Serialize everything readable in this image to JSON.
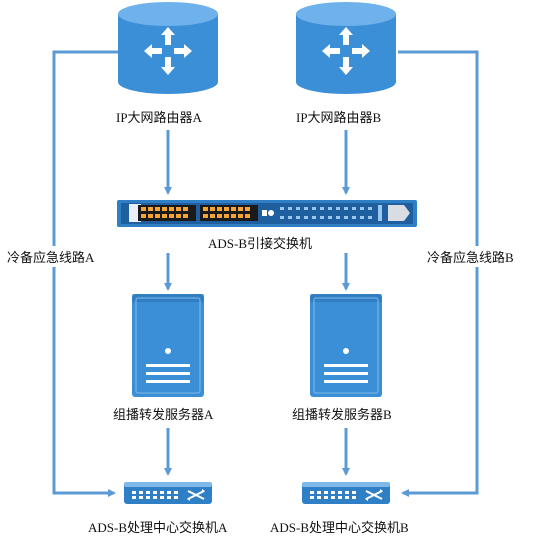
{
  "nodes": {
    "router_a": {
      "label": "IP大网路由器A",
      "icon": "router-icon"
    },
    "router_b": {
      "label": "IP大网路由器B",
      "icon": "router-icon"
    },
    "access_switch": {
      "label": "ADS-B引接交换机",
      "icon": "rack-switch-icon"
    },
    "server_a": {
      "label": "组播转发服务器A",
      "icon": "server-tower-icon"
    },
    "server_b": {
      "label": "组播转发服务器B",
      "icon": "server-tower-icon"
    },
    "center_switch_a": {
      "label": "ADS-B处理中心交换机A",
      "icon": "desktop-switch-icon"
    },
    "center_switch_b": {
      "label": "ADS-B处理中心交换机B",
      "icon": "desktop-switch-icon"
    }
  },
  "links": {
    "backup_a": {
      "label": "冷备应急线路A"
    },
    "backup_b": {
      "label": "冷备应急线路B"
    }
  },
  "colors": {
    "arrow": "#5b9bd5",
    "icon_fill": "#3b8fd6",
    "icon_top": "#6fb1ea",
    "icon_dark": "#1f5f9f",
    "port_orange": "#f4a535"
  }
}
